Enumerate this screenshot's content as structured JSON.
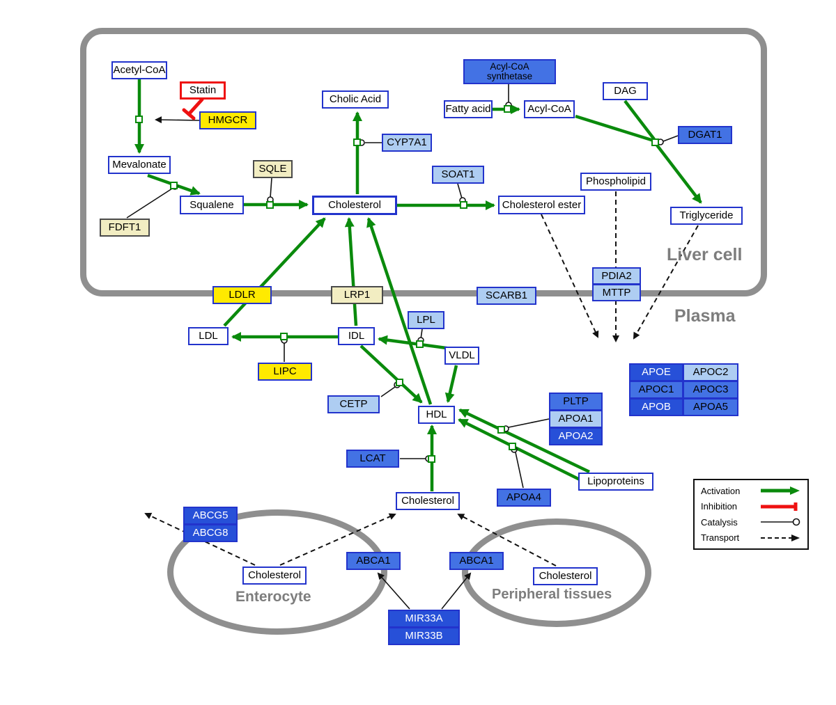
{
  "labels": {
    "liver": "Liver cell",
    "plasma": "Plasma",
    "enterocyte": "Enterocyte",
    "peripheral": "Peripheral tissues"
  },
  "nodes": {
    "acetyl_coa": "Acetyl-CoA",
    "statin": "Statin",
    "hmgcr": "HMGCR",
    "mevalonate": "Mevalonate",
    "sqle": "SQLE",
    "fdft1": "FDFT1",
    "squalene": "Squalene",
    "cholesterol_liver": "Cholesterol",
    "cholic_acid": "Cholic Acid",
    "cyp7a1": "CYP7A1",
    "soat1": "SOAT1",
    "cholesterol_ester": "Cholesterol ester",
    "acyl_coa_synthetase": "Acyl-CoA synthetase",
    "fatty_acid": "Fatty acid",
    "acyl_coa": "Acyl-CoA",
    "dag": "DAG",
    "dgat1": "DGAT1",
    "phospholipid": "Phospholipid",
    "triglyceride": "Triglyceride",
    "pdia2": "PDIA2",
    "mttp": "MTTP",
    "ldlr": "LDLR",
    "lrp1": "LRP1",
    "scarb1": "SCARB1",
    "ldl": "LDL",
    "idl": "IDL",
    "lpl": "LPL",
    "vldl": "VLDL",
    "lipc": "LIPC",
    "cetp": "CETP",
    "hdl": "HDL",
    "pltp": "PLTP",
    "apoa1": "APOA1",
    "apoa2": "APOA2",
    "lcat": "LCAT",
    "apoa4": "APOA4",
    "lipoproteins": "Lipoproteins",
    "apoe": "APOE",
    "apoc2": "APOC2",
    "apoc1": "APOC1",
    "apoc3": "APOC3",
    "apob": "APOB",
    "apoa5": "APOA5",
    "cholesterol_plasma": "Cholesterol",
    "abcg5": "ABCG5",
    "abcg8": "ABCG8",
    "cholesterol_enterocyte": "Cholesterol",
    "abca1_enterocyte": "ABCA1",
    "abca1_peripheral": "ABCA1",
    "cholesterol_peripheral": "Cholesterol",
    "mir33a": "MIR33A",
    "mir33b": "MIR33B"
  },
  "legend": {
    "activation": "Activation",
    "inhibition": "Inhibition",
    "catalysis": "Catalysis",
    "transport": "Transport"
  },
  "colors": {
    "activation_green": "#0a8a0c",
    "inhibition_red": "#ee1111",
    "gene_light_blue": "#aecdf2",
    "gene_medium_blue": "#4372e4",
    "gene_dark_blue": "#2750d8",
    "gene_yellow": "#ffea00",
    "gene_pale_yellow": "#f2edc2",
    "metabolite_border_blue": "#2233cc",
    "membrane_gray": "#8f8f8f"
  }
}
